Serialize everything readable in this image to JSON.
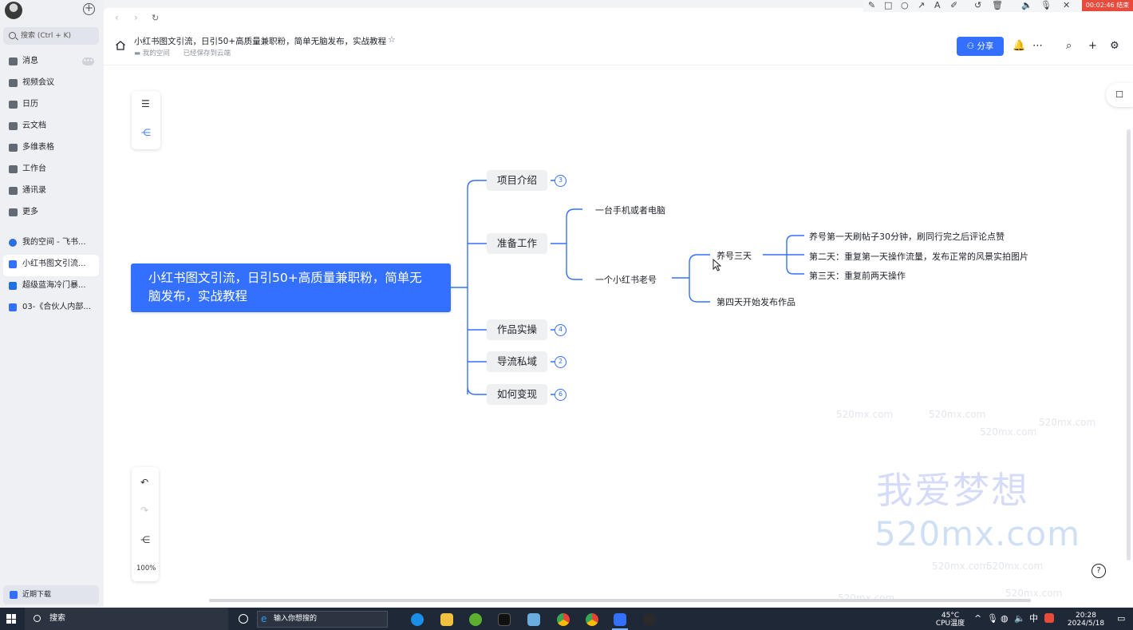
{
  "sidebar": {
    "search_placeholder": "搜索 (Ctrl + K)",
    "nav": [
      "消息",
      "视频会议",
      "日历",
      "云文档",
      "多维表格",
      "工作台",
      "通讯录",
      "更多"
    ],
    "docs": [
      "我的空间 - 飞书...",
      "小红书图文引流...",
      "超级蓝海冷门暴...",
      "03-《合伙人内部..."
    ],
    "download": "近期下载"
  },
  "header": {
    "title": "小红书图文引流，日引50+高质量兼职粉，简单无脑发布，实战教程",
    "crumb_space": "我的空间",
    "crumb_saved": "已经保存到云端",
    "share_label": "分享"
  },
  "canvas": {
    "zoom": "100%"
  },
  "mindmap": {
    "root": "小红书图文引流，日引50+高质量兼职粉，简单无脑发布，实战教程",
    "topics": [
      {
        "label": "项目介绍",
        "count": "3"
      },
      {
        "label": "准备工作",
        "count": ""
      },
      {
        "label": "作品实操",
        "count": "4"
      },
      {
        "label": "导流私域",
        "count": "2"
      },
      {
        "label": "如何变现",
        "count": "6"
      }
    ],
    "prep_children": [
      "一台手机或者电脑",
      "一个小红书老号"
    ],
    "account_children": [
      "养号三天",
      "第四天开始发布作品"
    ],
    "day_children": [
      "养号第一天刷帖子30分钟，刷同行完之后评论点赞",
      "第二天：重复第一天操作流量，发布正常的风景实拍图片",
      "第三天：重复前两天操作"
    ]
  },
  "watermark": {
    "cn": "我爱梦想",
    "en": "520mx.com",
    "small": "520mx.com"
  },
  "recorder": {
    "timer": "00:02:46 结束"
  },
  "taskbar": {
    "search": "搜索",
    "input": "输入你想搜的",
    "temp": "45°C",
    "temp_label": "CPU温度",
    "ime": "中",
    "time": "20:28",
    "date": "2024/5/18"
  },
  "colors": {
    "accent": "#3370ff",
    "topic_bg": "#eff0f1",
    "timer_bg": "#e84a3c"
  }
}
